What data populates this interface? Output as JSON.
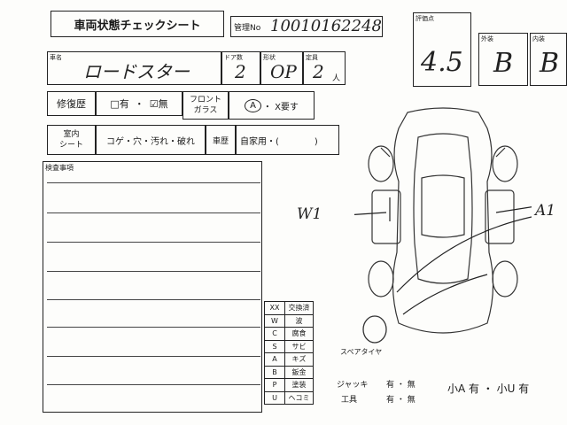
{
  "title": "車両状態チェックシート",
  "mgmt": {
    "label": "管理No",
    "value": "10010162248"
  },
  "grade": {
    "label": "評価点",
    "value": "4.5"
  },
  "exterior": {
    "label": "外装",
    "value": "B"
  },
  "interior": {
    "label": "内装",
    "value": "B"
  },
  "car_name": {
    "label": "車名",
    "value": "ロードスター"
  },
  "doors": {
    "label": "ドア数",
    "value": "2"
  },
  "shape": {
    "label": "形状",
    "value": "OP"
  },
  "capacity": {
    "label": "定員",
    "value": "2",
    "unit": "人"
  },
  "repair": {
    "label": "修復歴",
    "yes": "□有",
    "dot": "・",
    "no": "☑無"
  },
  "glass": {
    "label_1": "フロント",
    "label_2": "ガラス",
    "ok": "A",
    "rest": "・ X要す"
  },
  "interior_row": {
    "label_1": "室内",
    "label_2": "シート",
    "text": "コゲ・穴・汚れ・破れ"
  },
  "car_history": {
    "label": "車歴",
    "value": "自家用・(　　　　)"
  },
  "inspection": {
    "label": "検査事項"
  },
  "legend": [
    {
      "code": "XX",
      "desc": "交換済"
    },
    {
      "code": "W",
      "desc": "波"
    },
    {
      "code": "C",
      "desc": "腐食"
    },
    {
      "code": "S",
      "desc": "サビ"
    },
    {
      "code": "A",
      "desc": "キズ"
    },
    {
      "code": "B",
      "desc": "鈑金"
    },
    {
      "code": "P",
      "desc": "塗装"
    },
    {
      "code": "U",
      "desc": "ヘコミ"
    }
  ],
  "spare": "スペアタイヤ",
  "tools": {
    "jack": "ジャッキ",
    "tool": "工具",
    "yesno": "有 ・ 無"
  },
  "small": {
    "a": "小A 有 ・ 小U 有"
  },
  "annotations": {
    "left": "W1",
    "right": "A1"
  }
}
